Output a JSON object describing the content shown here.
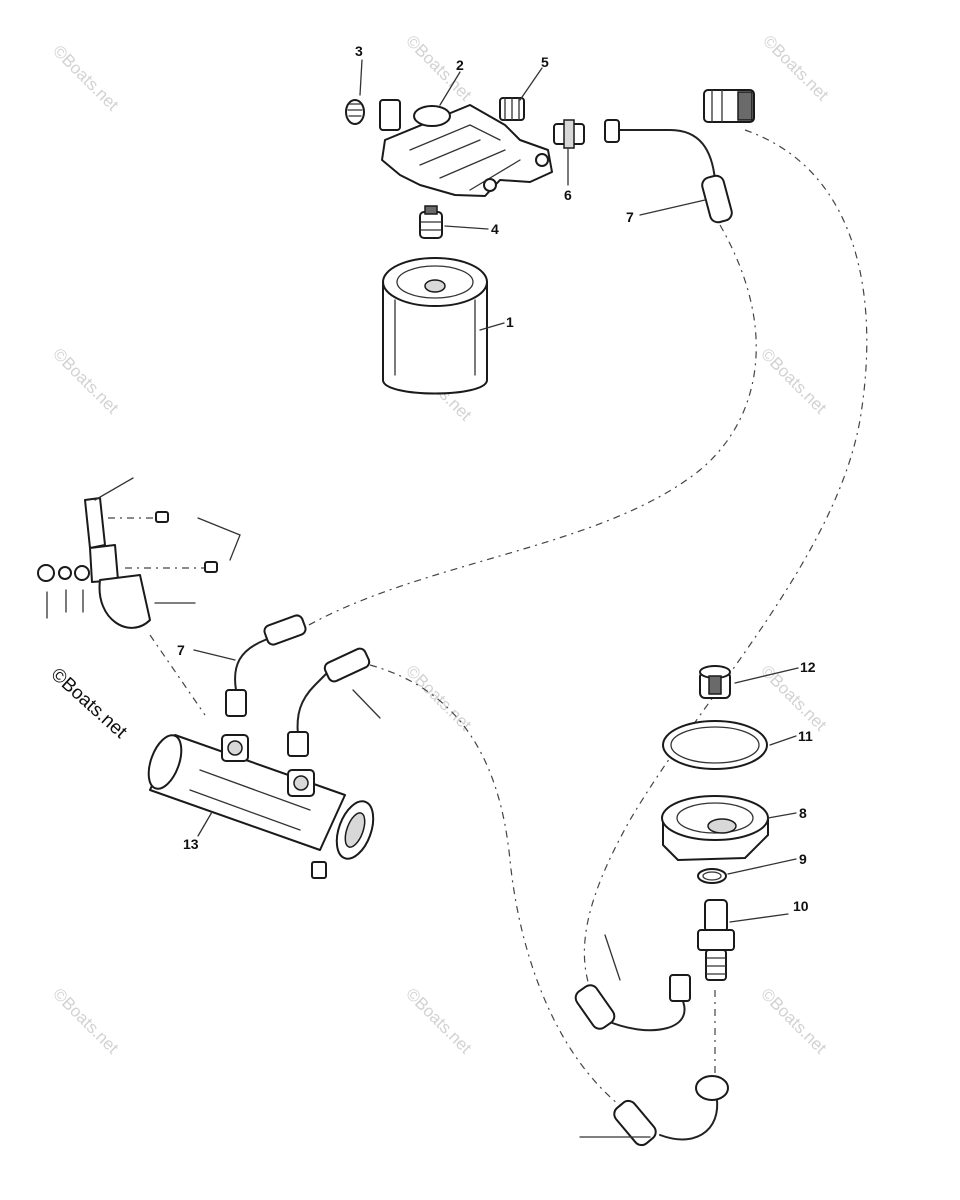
{
  "watermark": "©Boats.net",
  "brand_stamp": "©Boats.net",
  "callouts": {
    "c1": "1",
    "c2": "2",
    "c3": "3",
    "c4": "4",
    "c5": "5",
    "c6": "6",
    "c7a": "7",
    "c7b": "7",
    "c8": "8",
    "c9": "9",
    "c10": "10",
    "c11": "11",
    "c12": "12",
    "c13": "13"
  }
}
